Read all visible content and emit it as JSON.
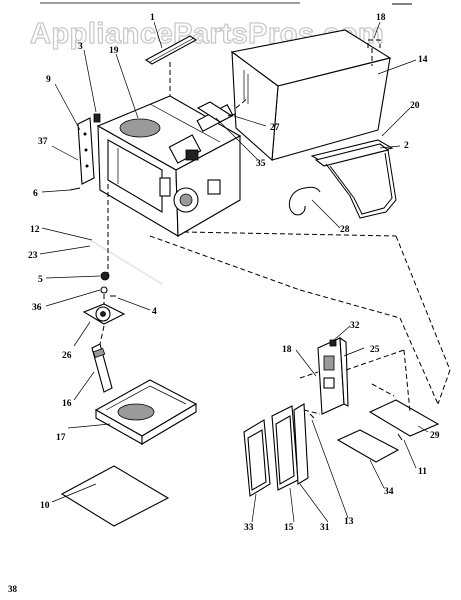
{
  "watermark": "AppliancePartsPros.com",
  "page_number": "38",
  "callouts": {
    "c1": "1",
    "c2": "2",
    "c3": "3",
    "c4": "4",
    "c5": "5",
    "c6": "6",
    "c9": "9",
    "c10": "10",
    "c11": "11",
    "c12": "12",
    "c13": "13",
    "c14": "14",
    "c15": "15",
    "c16": "16",
    "c17": "17",
    "c18a": "18",
    "c18b": "18",
    "c19": "19",
    "c20": "20",
    "c23": "23",
    "c25": "25",
    "c26": "26",
    "c27": "27",
    "c28": "28",
    "c29": "29",
    "c31": "31",
    "c32": "32",
    "c33": "33",
    "c34": "34",
    "c35": "35",
    "c36": "36",
    "c37": "37"
  }
}
